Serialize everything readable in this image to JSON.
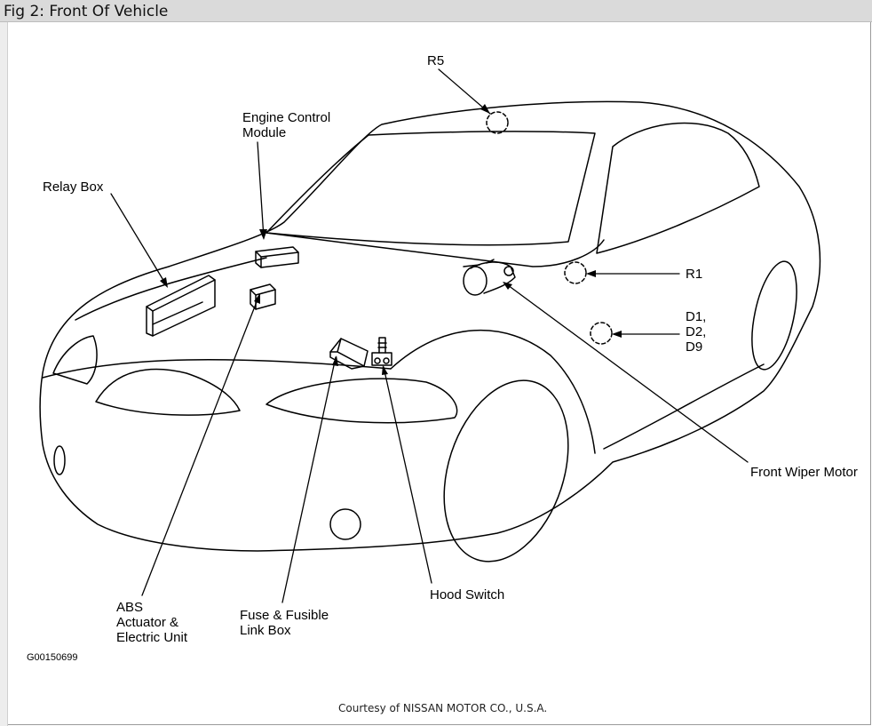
{
  "title": "Fig 2: Front Of Vehicle",
  "labels": {
    "r5": "R5",
    "ecm": "Engine Control\nModule",
    "relay_box": "Relay Box",
    "r1": "R1",
    "d_group": "D1,\nD2,\nD9",
    "front_wiper_motor": "Front Wiper Motor",
    "abs": "ABS\nActuator &\nElectric Unit",
    "fuse_box": "Fuse & Fusible\nLink Box",
    "hood_switch": "Hood Switch"
  },
  "figure_code": "G00150699",
  "credit": "Courtesy of NISSAN MOTOR CO., U.S.A."
}
